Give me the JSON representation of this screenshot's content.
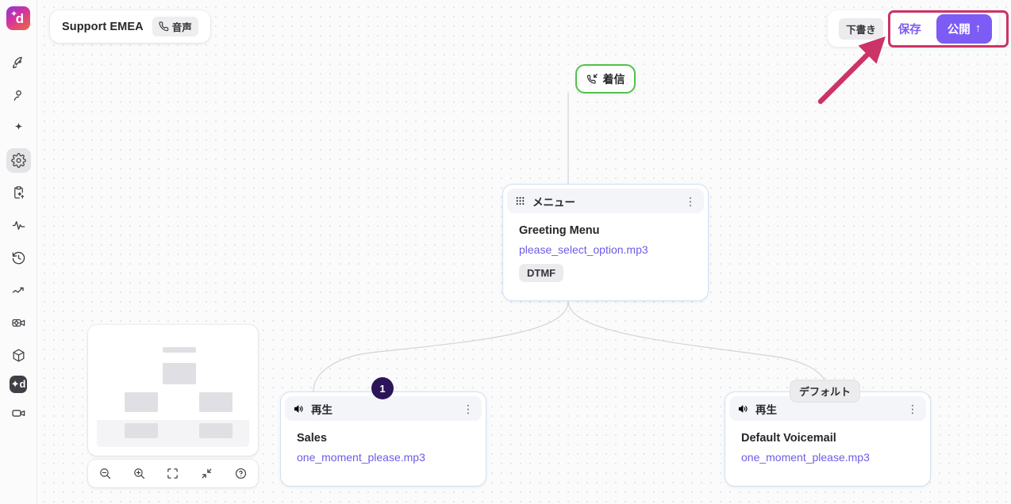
{
  "app": {
    "logo_letter": "d",
    "logo_sparkle": "✦",
    "accent_purple": "#7c5cf5",
    "accent_pink": "#cc3366",
    "start_green": "#52c14a",
    "node_border_blue": "#cfe2f6"
  },
  "sidebar": {
    "items": [
      {
        "name": "rocket-icon",
        "label": "Launch",
        "active": false
      },
      {
        "name": "user-icon",
        "label": "Contacts",
        "active": false
      },
      {
        "name": "sparkle-icon",
        "label": "AI",
        "active": false
      },
      {
        "name": "gear-icon",
        "label": "Settings",
        "active": true
      },
      {
        "name": "clipboard-sparkle-icon",
        "label": "Tasks",
        "active": false
      },
      {
        "name": "activity-pulse-icon",
        "label": "Monitoring",
        "active": false
      },
      {
        "name": "history-clock-icon",
        "label": "History",
        "active": false
      },
      {
        "name": "trending-up-icon",
        "label": "Analytics",
        "active": false
      },
      {
        "name": "camera-gear-icon",
        "label": "Recordings",
        "active": false
      },
      {
        "name": "cube-icon",
        "label": "Integrations",
        "active": false
      },
      {
        "name": "app-badge-icon",
        "label": "Assistant",
        "active": false
      },
      {
        "name": "video-icon",
        "label": "Video",
        "active": false
      }
    ]
  },
  "header": {
    "flow_name": "Support EMEA",
    "channel_chip": {
      "icon": "phone-icon",
      "label": "音声"
    }
  },
  "actions": {
    "draft_badge": "下書き",
    "save_label": "保存",
    "publish_label": "公開",
    "publish_arrow": "↑"
  },
  "canvas": {
    "start_node": {
      "icon": "incoming-call-icon",
      "label": "着信"
    },
    "nodes": [
      {
        "id": "menu",
        "type_icon": "grid-dots-icon",
        "type_label": "メニュー",
        "name": "Greeting Menu",
        "file": "please_select_option.mp3",
        "tag": "DTMF",
        "menu_icon": "kebab-icon"
      },
      {
        "id": "sales",
        "type_icon": "speaker-icon",
        "type_label": "再生",
        "name": "Sales",
        "file": "one_moment_please.mp3",
        "tag": null,
        "menu_icon": "kebab-icon"
      },
      {
        "id": "voicemail",
        "type_icon": "speaker-icon",
        "type_label": "再生",
        "name": "Default Voicemail",
        "file": "one_moment_please.mp3",
        "tag": null,
        "menu_icon": "kebab-icon"
      }
    ],
    "edge_labels": {
      "branch_one": "1",
      "branch_default": "デフォルト"
    }
  },
  "controls": {
    "buttons": [
      {
        "name": "zoom-out-icon",
        "label": "Zoom out"
      },
      {
        "name": "zoom-in-icon",
        "label": "Zoom in"
      },
      {
        "name": "fit-view-icon",
        "label": "Fit view"
      },
      {
        "name": "collapse-icon",
        "label": "Collapse"
      },
      {
        "name": "help-icon",
        "label": "Help"
      }
    ]
  }
}
